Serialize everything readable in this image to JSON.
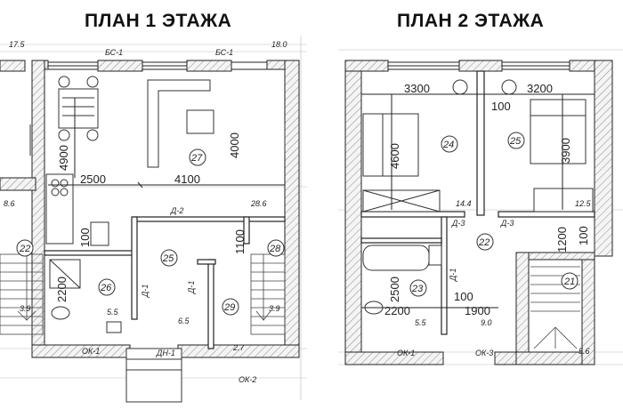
{
  "titles": {
    "floor1": "ПЛАН 1 ЭТАЖА",
    "floor2": "ПЛАН 2 ЭТАЖА"
  },
  "floor1": {
    "corner_left": "17.5",
    "corner_right": "18.0",
    "window_top_left": "БС-1",
    "window_top_right": "БС-1",
    "dim_4900": "4900",
    "dim_2500": "2500",
    "dim_4100": "4100",
    "dim_4000": "4000",
    "dim_100": "100",
    "dim_1100": "1100",
    "dim_2200": "2200",
    "area_left": "8.6",
    "area_right": "28.6",
    "area_3_9_left": "3.9",
    "area_3_9_right": "3.9",
    "area_5_5": "5.5",
    "area_6_5": "6.5",
    "area_2_7": "2.7",
    "room_22": "22",
    "room_27": "27",
    "room_25": "25",
    "room_26": "26",
    "room_28": "28",
    "room_29": "29",
    "door_d2": "Д-2",
    "door_d1a": "Д-1",
    "door_d1b": "Д-1",
    "window_ok1": "ОК-1",
    "window_dn1": "ДН-1",
    "window_ok2": "ОК-2"
  },
  "floor2": {
    "dim_3300": "3300",
    "dim_3200": "3200",
    "dim_100a": "100",
    "dim_4600": "4600",
    "dim_3900": "3900",
    "dim_1200": "1200",
    "dim_100b": "100",
    "dim_2500": "2500",
    "dim_100c": "100",
    "dim_2200": "2200",
    "dim_1900": "1900",
    "area_14_4": "14.4",
    "area_12_5": "12.5",
    "area_5_5": "5.5",
    "area_9_0": "9.0",
    "area_5_6": "5.6",
    "room_24": "24",
    "room_25": "25",
    "room_22": "22",
    "room_23": "23",
    "room_21": "21",
    "door_d3a": "Д-3",
    "door_d3b": "Д-3",
    "door_d1": "Д-1",
    "window_ok1": "ОК-1",
    "window_ok3": "ОК-3"
  }
}
